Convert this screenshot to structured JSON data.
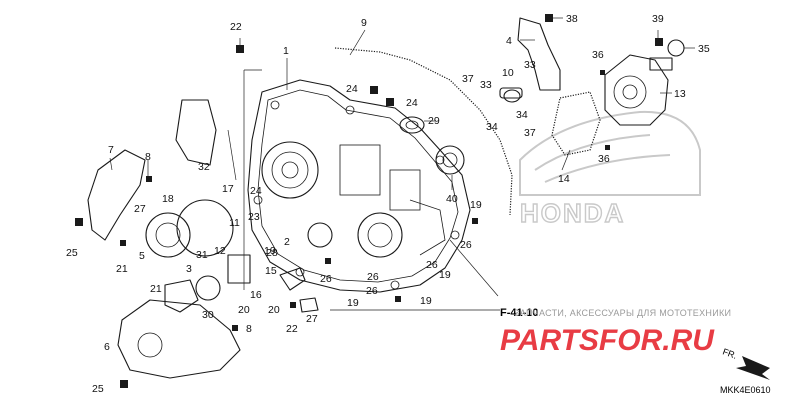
{
  "callouts": [
    "1",
    "2",
    "3",
    "4",
    "5",
    "6",
    "7",
    "8",
    "9",
    "10",
    "11",
    "12",
    "13",
    "14",
    "15",
    "16",
    "17",
    "18",
    "19",
    "20",
    "21",
    "22",
    "23",
    "24",
    "25",
    "26",
    "27",
    "28",
    "29",
    "30",
    "31",
    "32",
    "33",
    "34",
    "35",
    "36",
    "37",
    "38",
    "39",
    "40"
  ],
  "reference": "F-41-10",
  "diagram_code": "MKK4E0610",
  "front_arrow_label": "FR.",
  "watermark_text": "ЗАПЧАСТИ, АКСЕССУАРЫ ДЛЯ МОТОТЕХНИКИ",
  "watermark_logo": "PARTSFOR.RU",
  "background_logo": "HONDA",
  "colors": {
    "line": "#1a1a1a",
    "watermark_logo": "#e83c44",
    "watermark_text": "#9a9a9a",
    "background_logo": "#c9c9c9"
  }
}
